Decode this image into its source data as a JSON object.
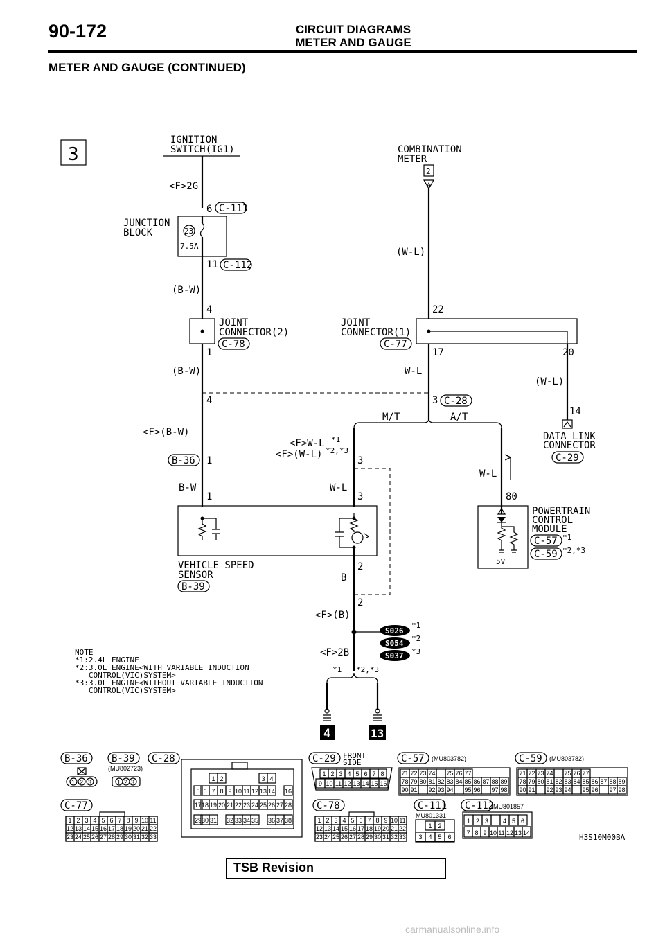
{
  "header": {
    "page_number": "90-172",
    "title_line1": "CIRCUIT DIAGRAMS",
    "title_line2": "METER AND GAUGE",
    "section_title": "METER AND GAUGE (CONTINUED)"
  },
  "diagram": {
    "page_box": "3",
    "ignition_switch": [
      "IGNITION",
      "SWITCH(IG1)"
    ],
    "combination_meter": [
      "COMBINATION",
      "METER"
    ],
    "meter_pin_box": "2",
    "meter_connector_letter": "A",
    "junction_block": [
      "JUNCTION",
      "BLOCK"
    ],
    "fuse_number": "23",
    "fuse_rating": "7.5A",
    "wire_f_2g": "<F>2G",
    "pin_6": "6",
    "conn_c111": "C-111",
    "pin_11": "11",
    "conn_c112": "C-112",
    "wire_bw_1": "(B-W)",
    "wire_wl_1": "(W-L)",
    "pin_4a": "4",
    "pin_22": "22",
    "joint2": [
      "JOINT",
      "CONNECTOR(2)"
    ],
    "conn_c78": "C-78",
    "joint1": [
      "JOINT",
      "CONNECTOR(1)"
    ],
    "conn_c77": "C-77",
    "pin_1a": "1",
    "pin_17": "17",
    "pin_20": "20",
    "wire_bw_2": "(B-W)",
    "wire_wl_2": "W-L",
    "wire_wl_3": "(W-L)",
    "pin_4b": "4",
    "pin_3a": "3",
    "conn_c28": "C-28",
    "pin_14": "14",
    "mt": "M/T",
    "at": "A/T",
    "wire_f_bw": "<F>(B-W)",
    "wire_f_wl": "<F>W-L",
    "star1": "*1",
    "wire_f_wl2": "<F>(W-L)",
    "star23": "*2,*3",
    "data_link": [
      "DATA LINK",
      "CONNECTOR"
    ],
    "conn_c29": "C-29",
    "conn_b36": "B-36",
    "pin_1b": "1",
    "pin_3b": "3",
    "wire_bw_3": "B-W",
    "wire_wl_4": "W-L",
    "wire_wl_5": "W-L",
    "pin_1c": "1",
    "pin_3c": "3",
    "pin_80": "80",
    "pcm": [
      "POWERTRAIN",
      "CONTROL",
      "MODULE"
    ],
    "conn_c57": "C-57",
    "conn_c59": "C-59",
    "pcm_5v": "5V",
    "vss": [
      "VEHICLE SPEED",
      "SENSOR"
    ],
    "conn_b39": "B-39",
    "pin_2a": "2",
    "wire_b": "B",
    "pin_2b": "2",
    "wire_f_b": "<F>(B)",
    "wire_f_2b": "<F>2B",
    "s026": "S026",
    "s054": "S054",
    "s037": "S037",
    "star2": "*2",
    "star3": "*3",
    "note": [
      "NOTE",
      "*1:2.4L ENGINE",
      "*2:3.0L ENGINE<WITH VARIABLE INDUCTION",
      "   CONTROL(VIC)SYSTEM>",
      "*3:3.0L ENGINE<WITHOUT VARIABLE INDUCTION",
      "   CONTROL(VIC)SYSTEM>"
    ],
    "ground_page_4": "4",
    "ground_page_13": "13"
  },
  "connectors": {
    "b36": "B-36",
    "b39": "B-39",
    "b39_part": "(MU802723)",
    "c28": "C-28",
    "c29": "C-29",
    "c29_side": [
      "FRONT",
      "SIDE"
    ],
    "c57": "C-57",
    "c57_part": "(MU803782)",
    "c59": "C-59",
    "c59_part": "(MU803782)",
    "c77": "C-77",
    "c78": "C-78",
    "c111": "C-111",
    "c111_part": "MU801331",
    "c112": "C-112",
    "c112_part": "MU801857",
    "pins_123": [
      "1",
      "2",
      "3"
    ],
    "c29_row1": [
      "1",
      "2",
      "3",
      "4",
      "5",
      "6",
      "7",
      "8"
    ],
    "c29_row2": [
      "9",
      "10",
      "11",
      "12",
      "13",
      "14",
      "15",
      "16"
    ],
    "c57_row1": [
      "71",
      "72",
      "73",
      "74",
      "",
      "75",
      "76",
      "77"
    ],
    "c57_row2": [
      "78",
      "79",
      "80",
      "81",
      "82",
      "83",
      "84",
      "85",
      "86",
      "87",
      "88",
      "89"
    ],
    "c57_row3": [
      "90",
      "91",
      "",
      "92",
      "93",
      "94",
      "",
      "95",
      "96",
      "",
      "97",
      "98"
    ],
    "c77_row1": [
      "1",
      "2",
      "3",
      "4",
      "5",
      "6",
      "7",
      "8",
      "9",
      "10",
      "11"
    ],
    "c77_row2": [
      "12",
      "13",
      "14",
      "15",
      "16",
      "17",
      "18",
      "19",
      "20",
      "21",
      "22"
    ],
    "c77_row3": [
      "23",
      "24",
      "25",
      "26",
      "27",
      "28",
      "29",
      "30",
      "31",
      "32",
      "33"
    ],
    "c111_row1": [
      "1",
      "2"
    ],
    "c111_row2": [
      "3",
      "4",
      "5",
      "6"
    ],
    "c112_row1": [
      "1",
      "2",
      "3",
      "",
      "4",
      "5",
      "6"
    ],
    "c112_row2": [
      "7",
      "8",
      "9",
      "10",
      "11",
      "12",
      "13",
      "14"
    ],
    "c28_pins": [
      "1",
      "2",
      "3",
      "4",
      "5",
      "16",
      "6",
      "7",
      "8",
      "9",
      "10",
      "11",
      "12",
      "13",
      "14",
      "15",
      "17",
      "28",
      "18",
      "19",
      "20",
      "21",
      "22",
      "23",
      "24",
      "25",
      "26",
      "27",
      "29",
      "38",
      "30",
      "31",
      "32",
      "33",
      "34",
      "35",
      "36",
      "37"
    ]
  },
  "diagram_code": "H3S10M00BA",
  "footer": {
    "label": "TSB Revision"
  },
  "watermark": "carmanualsonline.info"
}
